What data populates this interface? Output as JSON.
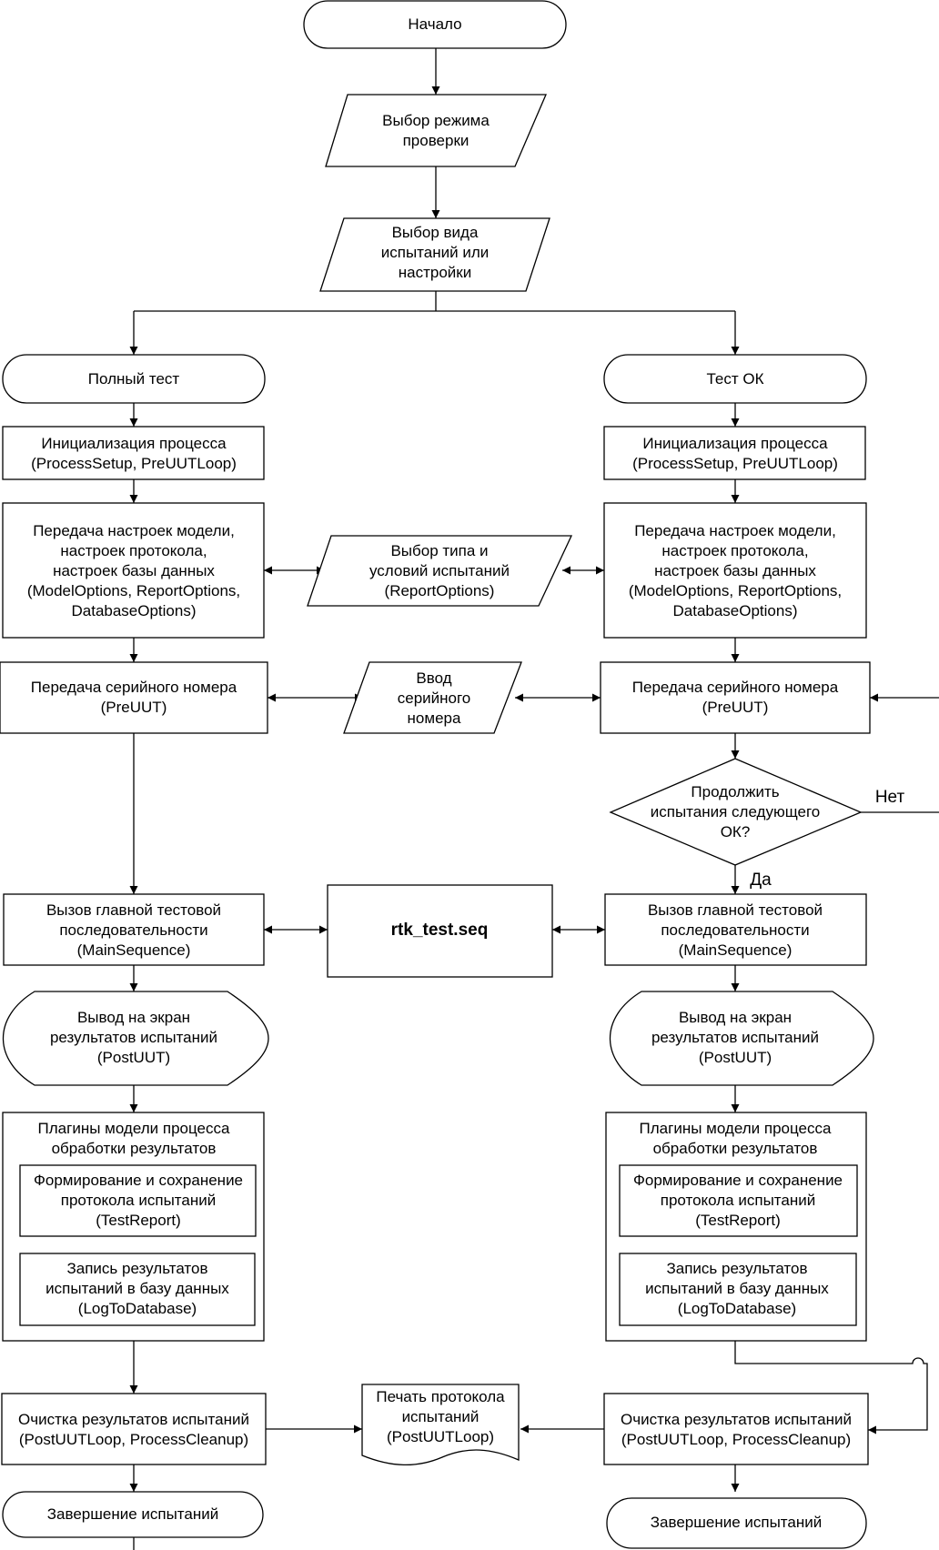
{
  "flowchart": {
    "start": "Начало",
    "select_mode": [
      "Выбор режима",
      "проверки"
    ],
    "select_type": [
      "Выбор вида",
      "испытаний или",
      "настройки"
    ],
    "left": {
      "terminal": "Полный тест",
      "init": [
        "Инициализация процесса",
        "(ProcessSetup, PreUUTLoop)"
      ],
      "settings": [
        "Передача настроек модели,",
        "настроек протокола,",
        "настроек базы данных",
        "(ModelOptions, ReportOptions,",
        "DatabaseOptions)"
      ],
      "serial": [
        "Передача серийного номера",
        "(PreUUT)"
      ],
      "main_seq": [
        "Вызов главной тестовой",
        "последовательности",
        "(MainSequence)"
      ],
      "display": [
        "Вывод на экран",
        "результатов испытаний",
        "(PostUUT)"
      ],
      "plugins_title": [
        "Плагины модели процесса",
        "обработки результатов"
      ],
      "plugin_report": [
        "Формирование и сохранение",
        "протокола испытаний",
        "(TestReport)"
      ],
      "plugin_db": [
        "Запись результатов",
        "испытаний в базу данных",
        "(LogToDatabase)"
      ],
      "cleanup": [
        "Очистка результатов испытаний",
        "(PostUUTLoop, ProcessCleanup)"
      ],
      "end": "Завершение испытаний"
    },
    "right": {
      "terminal": "Тест ОК",
      "init": [
        "Инициализация процесса",
        "(ProcessSetup, PreUUTLoop)"
      ],
      "settings": [
        "Передача настроек модели,",
        "настроек протокола,",
        "настроек базы данных",
        "(ModelOptions, ReportOptions,",
        "DatabaseOptions)"
      ],
      "serial": [
        "Передача серийного номера",
        "(PreUUT)"
      ],
      "decision": [
        "Продолжить",
        "испытания следующего",
        "ОК?"
      ],
      "yes": "Да",
      "no": "Нет",
      "main_seq": [
        "Вызов главной тестовой",
        "последовательности",
        "(MainSequence)"
      ],
      "display": [
        "Вывод на экран",
        "результатов испытаний",
        "(PostUUT)"
      ],
      "plugins_title": [
        "Плагины модели процесса",
        "обработки результатов"
      ],
      "plugin_report": [
        "Формирование и сохранение",
        "протокола испытаний",
        "(TestReport)"
      ],
      "plugin_db": [
        "Запись результатов",
        "испытаний в базу данных",
        "(LogToDatabase)"
      ],
      "cleanup": [
        "Очистка результатов испытаний",
        "(PostUUTLoop, ProcessCleanup)"
      ],
      "end": "Завершение испытаний"
    },
    "center": {
      "report_options": [
        "Выбор типа и",
        "условий испытаний",
        "(ReportOptions)"
      ],
      "serial_input": [
        "Ввод",
        "серийного",
        "номера"
      ],
      "sequence_file": "rtk_test.seq",
      "print_report": [
        "Печать протокола",
        "испытаний",
        "(PostUUTLoop)"
      ]
    }
  }
}
